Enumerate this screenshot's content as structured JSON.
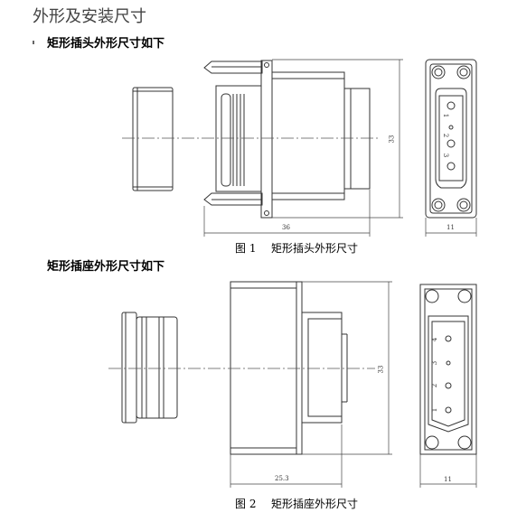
{
  "heading": "外形及安装尺寸",
  "plug": {
    "subheading": "矩形插头外形尺寸如下",
    "caption_no": "图 1",
    "caption_text": "矩形插头外形尺寸",
    "dim_width": "36",
    "dim_height": "33",
    "dim_side": "11",
    "pins": [
      "1",
      "2",
      "3"
    ]
  },
  "socket": {
    "subheading": "矩形插座外形尺寸如下",
    "caption_no": "图 2",
    "caption_text": "矩形插座外形尺寸",
    "dim_width": "25.3",
    "dim_height": "33",
    "dim_side": "11",
    "pins": [
      "4",
      "3",
      "2",
      "1"
    ]
  }
}
